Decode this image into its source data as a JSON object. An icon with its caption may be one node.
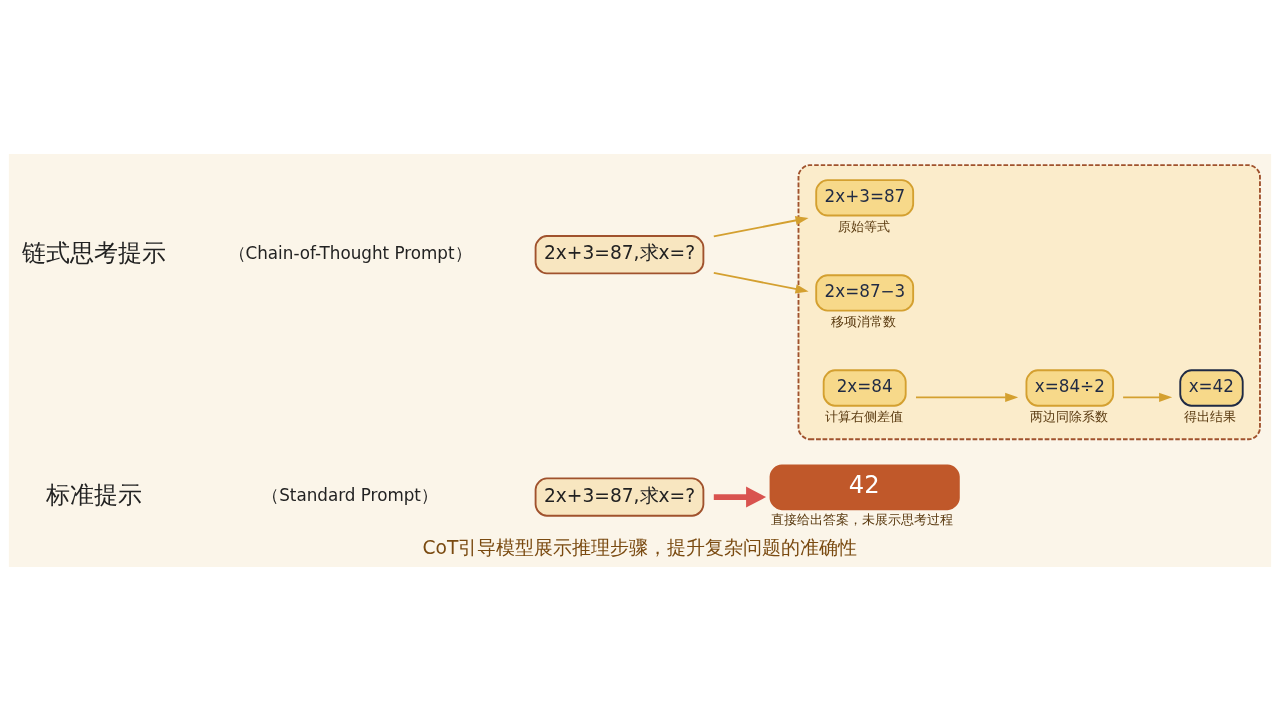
{
  "diagram": {
    "caption": "CoT引导模型展示推理步骤，提升复杂问题的准确性",
    "nodes": [
      {
        "text": [
          "2x+3=87,求x=?"
        ]
      },
      {
        "text": [
          "42"
        ],
        "beside": [
          "直接给出答案，未展示思考过程"
        ]
      },
      {
        "text": [
          "2x+3=87,求x=?"
        ]
      },
      {
        "text": [],
        "shape": "box"
      },
      {
        "text": [
          "2x+3=87"
        ],
        "beside": [
          "原始等式"
        ],
        "in": 3
      },
      {
        "text": [
          "2x=87−3"
        ],
        "beside": [
          "移项消常数"
        ],
        "in": 3
      },
      {
        "text": [
          "2x=84"
        ],
        "beside": [
          "计算右侧差值"
        ],
        "in": 3
      },
      {
        "text": [
          "x=84÷2"
        ],
        "beside": [
          "两边同除系数"
        ],
        "in": 3
      },
      {
        "text": [
          "x=42"
        ],
        "beside": [
          "得出结果"
        ],
        "in": 3
      }
    ],
    "edges": [
      {
        "from": 0,
        "to": 1,
        "arrow": "to",
        "style": "thick",
        "color": "#d9534f"
      },
      {
        "from": 2,
        "to": 4,
        "arrow": "to"
      },
      {
        "from": 2,
        "to": 5,
        "arrow": "to"
      },
      {
        "from": 6,
        "to": 7,
        "arrow": "to"
      },
      {
        "from": 7,
        "to": 8,
        "arrow": "to"
      }
    ],
    "labels": [
      "标准提示",
      "（Standard Prompt）",
      "链式思考提示",
      "（Chain-of-Thought Prompt）"
    ]
  }
}
